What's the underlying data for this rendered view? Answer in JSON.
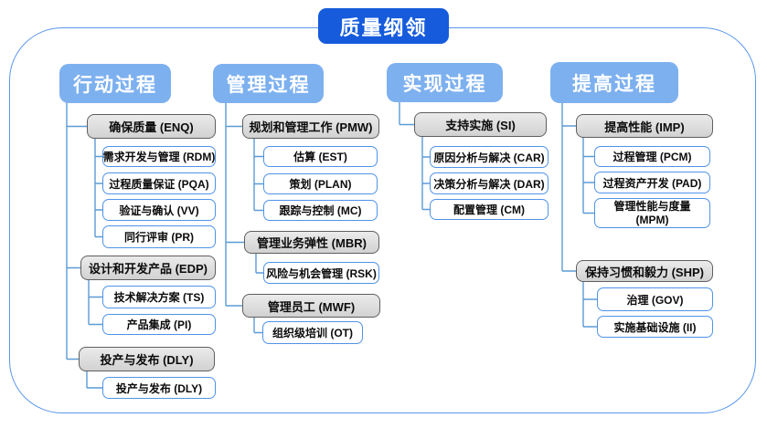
{
  "title": "质量纲领",
  "colors": {
    "title_bg": "#155BDC",
    "header_bg": "#7DB0EF",
    "connector": "#5B9BD5",
    "outer_border": "#5B97EA",
    "group_fill": "#DCDCDC",
    "group_border": "#5F5F5F",
    "leaf_border": "#4F93E8"
  },
  "columns": [
    {
      "header": "行动过程",
      "groups": [
        {
          "label": "确保质量 (ENQ)",
          "children": [
            "需求开发与管理 (RDM)",
            "过程质量保证 (PQA)",
            "验证与确认 (VV)",
            "同行评审 (PR)"
          ]
        },
        {
          "label": "设计和开发产品 (EDP)",
          "children": [
            "技术解决方案 (TS)",
            "产品集成 (PI)"
          ]
        },
        {
          "label": "投产与发布 (DLY)",
          "children": [
            "投产与发布 (DLY)"
          ]
        }
      ]
    },
    {
      "header": "管理过程",
      "groups": [
        {
          "label": "规划和管理工作 (PMW)",
          "children": [
            "估算 (EST)",
            "策划 (PLAN)",
            "跟踪与控制 (MC)"
          ]
        },
        {
          "label": "管理业务弹性 (MBR)",
          "children": [
            "风险与机会管理 (RSK)"
          ]
        },
        {
          "label": "管理员工 (MWF)",
          "children": [
            "组织级培训 (OT)"
          ]
        }
      ]
    },
    {
      "header": "实现过程",
      "groups": [
        {
          "label": "支持实施 (SI)",
          "children": [
            "原因分析与解决 (CAR)",
            "决策分析与解决 (DAR)",
            "配置管理 (CM)"
          ]
        }
      ]
    },
    {
      "header": "提高过程",
      "groups": [
        {
          "label": "提高性能 (IMP)",
          "children": [
            "过程管理 (PCM)",
            "过程资产开发 (PAD)",
            "管理性能与度量 (MPM)"
          ]
        },
        {
          "label": "保持习惯和毅力 (SHP)",
          "children": [
            "治理 (GOV)",
            "实施基础设施 (II)"
          ]
        }
      ]
    }
  ]
}
